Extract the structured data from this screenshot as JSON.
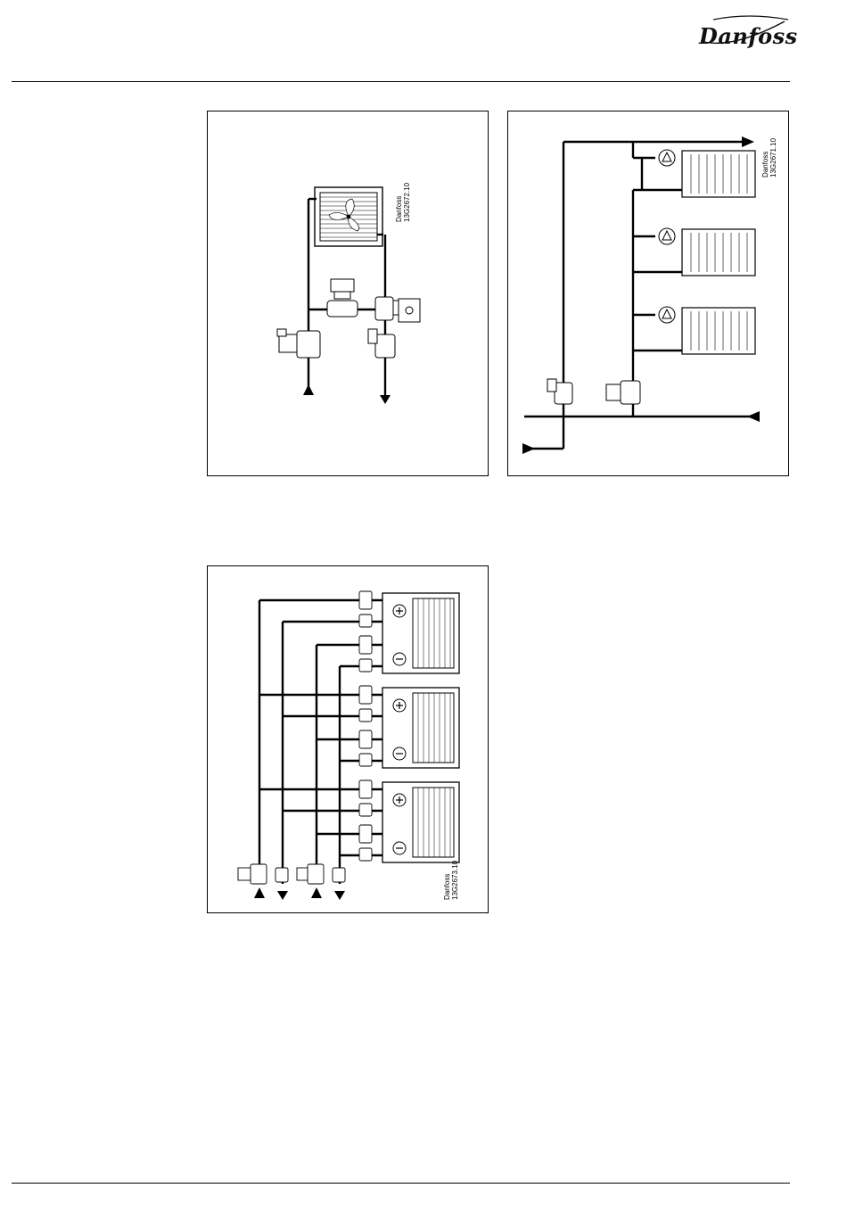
{
  "brand": {
    "logo_text": "Danfoss"
  },
  "diagrams": [
    {
      "brand": "Danfoss",
      "code": "13G2672.10"
    },
    {
      "brand": "Danfoss",
      "code": "13G2671.10"
    },
    {
      "brand": "Danfoss",
      "code": "13G2673.10"
    }
  ]
}
